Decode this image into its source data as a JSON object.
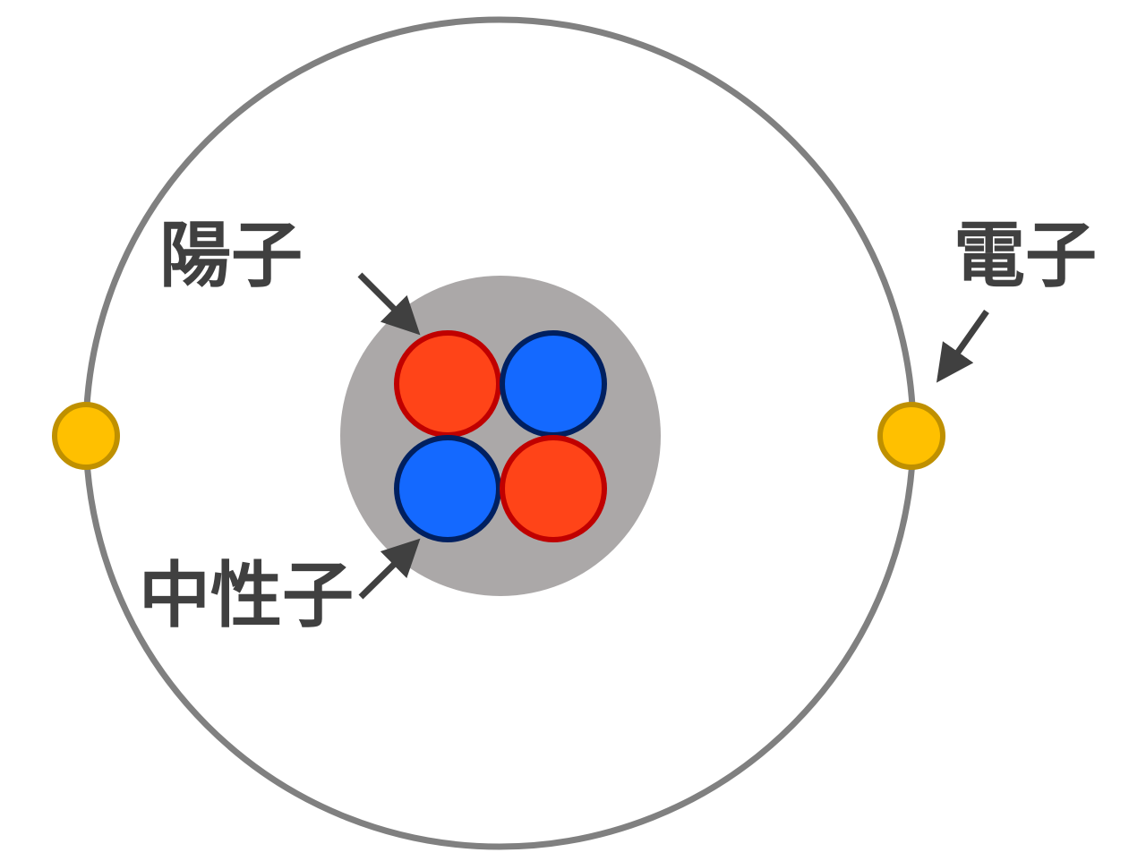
{
  "labels": {
    "proton": "陽子",
    "neutron": "中性子",
    "electron": "電子"
  },
  "colors": {
    "orbit": "#808080",
    "nucleus": "#ABA8A8",
    "proton_fill": "#FF4418",
    "proton_stroke": "#C00000",
    "neutron_fill": "#1469FF",
    "neutron_stroke": "#002060",
    "electron_fill": "#FFC000",
    "electron_stroke": "#BF9000",
    "text": "#404040",
    "arrow": "#404040"
  },
  "icons": {
    "proton": "red-circle",
    "neutron": "blue-circle",
    "electron": "yellow-circle",
    "pointer": "arrow"
  }
}
